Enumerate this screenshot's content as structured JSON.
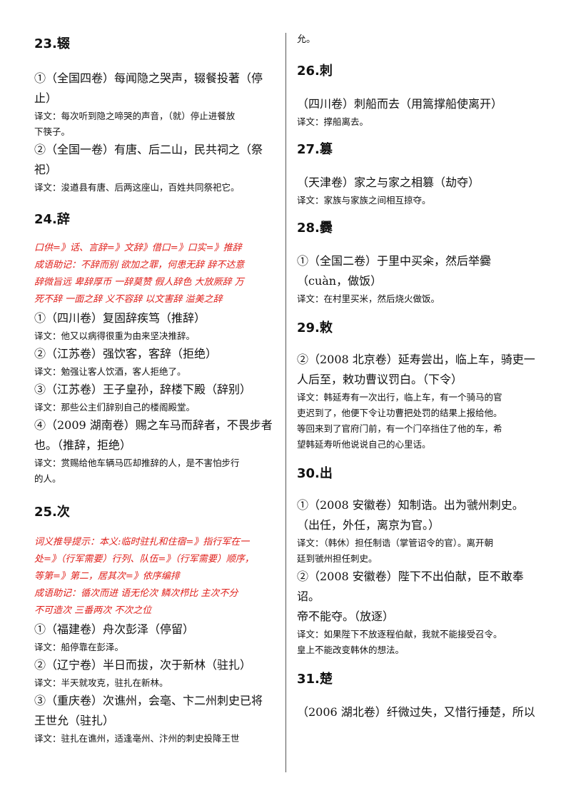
{
  "left": {
    "e23": {
      "title": "23.辍",
      "l1": "①（全国四卷）每闻隐之哭声，辍餐投著（停",
      "l2": "止）",
      "t1": "译文：每次听到隐之啼哭的声音，（就）停止进餐放",
      "t2": "下筷子。",
      "l3": "②（全国一卷）有唐、后二山，民共祠之（祭",
      "l4": "祀）",
      "t3": "译文：浚遒县有唐、后两这座山，百姓共同祭祀它。"
    },
    "e24": {
      "title": "24.辞",
      "r1": "口供=》话、言辞=》文辞》借口=》口实=》推辞",
      "r2": "成语助记：不辞而别 欲加之罪，何患无辞 辞不达意",
      "r3": "辞微旨远 卑辞厚币 一辞莫赞 假人辞色 大放厥辞 万",
      "r4": "死不辞 一面之辞 义不容辞 以文害辞 溢美之辞",
      "l1": "①（四川卷）复固辞疾笃（推辞）",
      "t1": "译文：他又以病得很重为由来坚决推辞。",
      "l2": "②（江苏卷）强饮客，客辞（拒绝）",
      "t2": "译文：勉强让客人饮酒，客人拒绝了。",
      "l3": "③（江苏卷）王子皇孙，辞楼下殿（辞别）",
      "t3": "译文：那些公主们辞别自己的楼阁殿堂。",
      "l4": "④（2009 湖南卷）赐之车马而辞者，不畏步者",
      "l5": "也。（推辞，拒绝）",
      "t4": "译文：赏赐给他车辆马匹却推辞的人，是不害怕步行",
      "t5": "的人。"
    },
    "e25": {
      "title": "25.次",
      "r1": "词义推导提示：本义:临时驻扎和住宿=》指行军在一",
      "r2": "处=》（行军需要）行列、队伍=》（行军需要）顺序，",
      "r3": "等第=》第二，居其次=》依序编排",
      "r4": "成语助记：循次而进 语无伦次 鳞次栉比 主次不分",
      "r5": "不可造次 三番两次 不次之位",
      "l1": "①（福建卷）舟次彭泽（停留）",
      "t1": "译文：船停靠在彭泽。",
      "l2": "②（辽宁卷）半日而拔，次于新林（驻扎）",
      "t2": "译文：半天就攻克，驻扎在新林。",
      "l3": "③（重庆卷）次谯州，会亳、卞二州刺史已将",
      "l4": "王世允（驻扎）",
      "t3": "译文：驻扎在谯州，适逢亳州、汴州的刺史投降王世"
    }
  },
  "right": {
    "carry": "允。",
    "e26": {
      "title": "26.刺",
      "l1": "（四川卷）刺船而去（用篙撑船使离开）",
      "t1": "译文：撑船离去。"
    },
    "e27": {
      "title": "27.篡",
      "l1": "（天津卷）家之与家之相篡（劫夺）",
      "t1": "译文：家族与家族之间相互掠夺。"
    },
    "e28": {
      "title": "28.爨",
      "l1": "①（全国二卷）于里中买籴，然后举爨",
      "l2": "（cuàn，做饭）",
      "t1": "译文：在村里买米，然后烧火做饭。"
    },
    "e29": {
      "title": "29.敕",
      "l1": "②（2008 北京卷）延寿尝出，临上车，骑吏一",
      "l2": "人后至，敕功曹议罚白。（下令）",
      "t1": "译文：韩延寿有一次出行，临上车，有一个骑马的官",
      "t2": "吏迟到了，他便下令让功曹把处罚的结果上报给他。",
      "t3": "等回来到了官府门前，有一个门卒挡住了他的车，希",
      "t4": "望韩延寿听他说说自己的心里话。"
    },
    "e30": {
      "title": "30.出",
      "l1": "①（2008 安徽卷）知制诰。出为虢州刺史。",
      "l2": "（出任，外任，离京为官。）",
      "t1": "译文：（韩休）担任制诰（掌管诏令的官）。离开朝",
      "t2": "廷到虢州担任刺史。",
      "l3": "②（2008 安徽卷）陛下不出伯献，臣不敢奉诏。",
      "l4": "帝不能夺。（放逐）",
      "t3": "译文：如果陛下不放逐程伯献，我就不能接受召令。",
      "t4": "皇上不能改变韩休的想法。"
    },
    "e31": {
      "title": "31.楚",
      "l1": "（2006 湖北卷）纤微过失，又惜行捶楚，所以"
    }
  }
}
